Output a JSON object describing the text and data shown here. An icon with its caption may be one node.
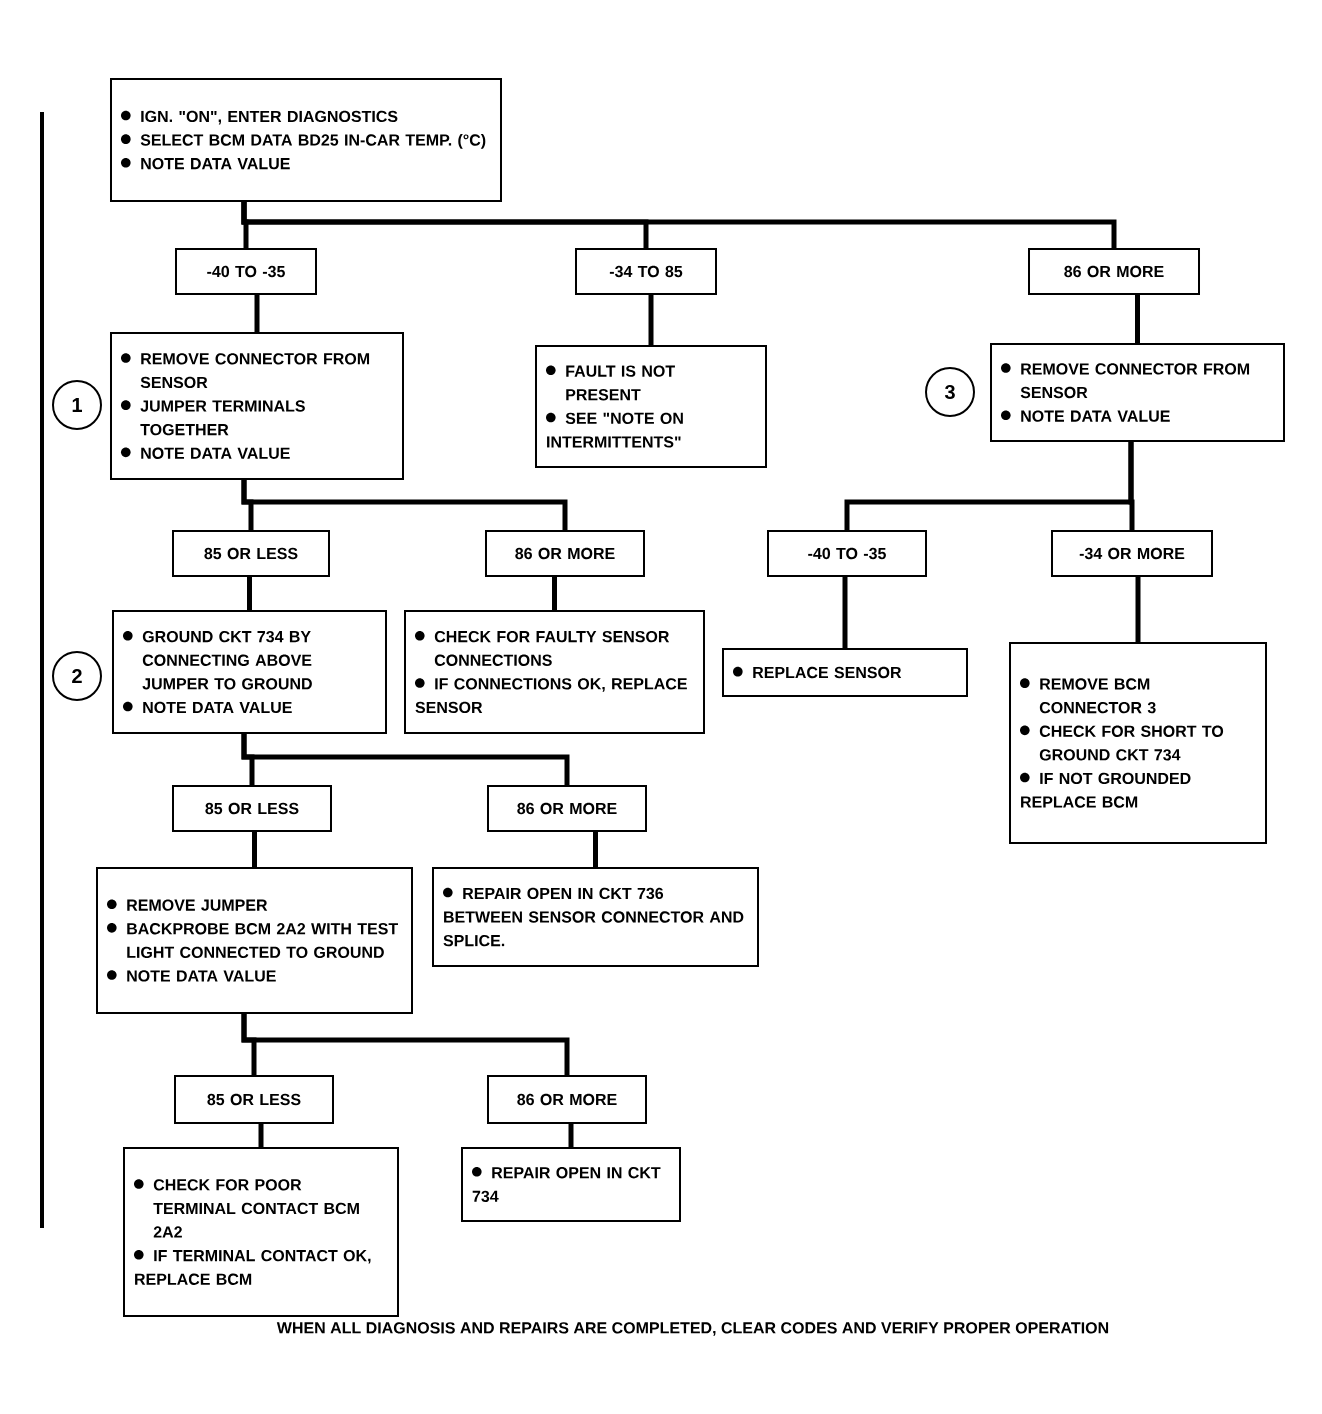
{
  "diagram": {
    "caption": "WHEN ALL DIAGNOSIS AND REPAIRS ARE COMPLETED, CLEAR CODES AND VERIFY PROPER OPERATION",
    "nodes": [
      {
        "text": [
          "IGN. \"ON\", ENTER DIAGNOSTICS",
          "SELECT BCM DATA BD25 IN-CAR TEMP. (°C)",
          "NOTE DATA VALUE"
        ]
      },
      {
        "text": [
          "-40 TO -35"
        ]
      },
      {
        "text": [
          "-34 TO 85"
        ]
      },
      {
        "text": [
          "86 OR MORE"
        ]
      },
      {
        "text": [
          "REMOVE CONNECTOR FROM SENSOR",
          "JUMPER TERMINALS TOGETHER",
          "NOTE DATA VALUE"
        ]
      },
      {
        "text": [
          "FAULT IS NOT PRESENT",
          "SEE \"NOTE ON INTERMITTENTS\""
        ]
      },
      {
        "text": [
          "REMOVE CONNECTOR FROM SENSOR",
          "NOTE DATA VALUE"
        ]
      },
      {
        "text": [
          "85 OR LESS"
        ]
      },
      {
        "text": [
          "86 OR MORE"
        ]
      },
      {
        "text": [
          "-40 TO -35"
        ]
      },
      {
        "text": [
          "-34 OR MORE"
        ]
      },
      {
        "text": [
          "GROUND CKT 734 BY CONNECTING ABOVE JUMPER TO GROUND",
          "NOTE DATA VALUE"
        ]
      },
      {
        "text": [
          "CHECK FOR FAULTY SENSOR CONNECTIONS",
          "IF CONNECTIONS OK, REPLACE SENSOR"
        ]
      },
      {
        "text": [
          "REPLACE SENSOR"
        ]
      },
      {
        "text": [
          "REMOVE BCM CONNECTOR 3",
          "CHECK FOR SHORT TO GROUND CKT 734",
          "IF NOT GROUNDED REPLACE BCM"
        ]
      },
      {
        "text": [
          "85 OR LESS"
        ]
      },
      {
        "text": [
          "86 OR MORE"
        ]
      },
      {
        "text": [
          "REMOVE JUMPER",
          "BACKPROBE BCM 2A2 WITH TEST LIGHT CONNECTED TO GROUND",
          "NOTE DATA VALUE"
        ]
      },
      {
        "text": [
          "REPAIR OPEN IN CKT 736 BETWEEN SENSOR CONNECTOR AND SPLICE."
        ]
      },
      {
        "text": [
          "85 OR LESS"
        ]
      },
      {
        "text": [
          "86 OR MORE"
        ]
      },
      {
        "text": [
          "CHECK FOR POOR TERMINAL CONTACT BCM 2A2",
          "IF TERMINAL CONTACT OK, REPLACE BCM"
        ]
      },
      {
        "text": [
          "REPAIR OPEN IN CKT 734"
        ]
      }
    ],
    "edges": [
      {
        "from": 0,
        "to": 1,
        "arrow": "none"
      },
      {
        "from": 0,
        "to": 2,
        "arrow": "none"
      },
      {
        "from": 0,
        "to": 3,
        "arrow": "none"
      },
      {
        "from": 1,
        "to": 4,
        "arrow": "none"
      },
      {
        "from": 2,
        "to": 5,
        "arrow": "none"
      },
      {
        "from": 3,
        "to": 6,
        "arrow": "none"
      },
      {
        "from": 4,
        "to": 7,
        "arrow": "none"
      },
      {
        "from": 4,
        "to": 8,
        "arrow": "none"
      },
      {
        "from": 6,
        "to": 9,
        "arrow": "none"
      },
      {
        "from": 6,
        "to": 10,
        "arrow": "none"
      },
      {
        "from": 7,
        "to": 11,
        "arrow": "none"
      },
      {
        "from": 8,
        "to": 12,
        "arrow": "none"
      },
      {
        "from": 9,
        "to": 13,
        "arrow": "none"
      },
      {
        "from": 10,
        "to": 14,
        "arrow": "none"
      },
      {
        "from": 11,
        "to": 15,
        "arrow": "none"
      },
      {
        "from": 11,
        "to": 16,
        "arrow": "none"
      },
      {
        "from": 15,
        "to": 17,
        "arrow": "none"
      },
      {
        "from": 16,
        "to": 18,
        "arrow": "none"
      },
      {
        "from": 17,
        "to": 19,
        "arrow": "none"
      },
      {
        "from": 17,
        "to": 20,
        "arrow": "none"
      },
      {
        "from": 19,
        "to": 21,
        "arrow": "none"
      },
      {
        "from": 20,
        "to": 22,
        "arrow": "none"
      }
    ],
    "labels": [
      "1",
      "3",
      "2"
    ]
  }
}
